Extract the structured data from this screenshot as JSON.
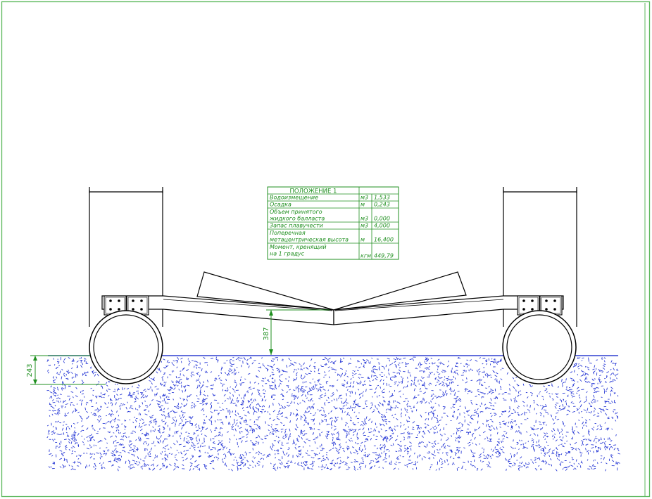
{
  "table": {
    "title": "ПОЛОЖЕНИЕ 1",
    "rows": [
      {
        "label": [
          "Водоизмещение"
        ],
        "unit": "м3",
        "value": "1,533"
      },
      {
        "label": [
          "Осадка"
        ],
        "unit": "м",
        "value": "0,243"
      },
      {
        "label": [
          "Объем принятого",
          "жидкого балласта"
        ],
        "unit": "м3",
        "value": "0,000"
      },
      {
        "label": [
          "Запас плавучести"
        ],
        "unit": "м3",
        "value": "4,000"
      },
      {
        "label": [
          "Поперечная",
          "метацентрическая высота"
        ],
        "unit": "м",
        "value": "16,400"
      },
      {
        "label": [
          "Момент, кренящий",
          "на 1 градус"
        ],
        "unit": "кгм",
        "value": "449,79"
      }
    ]
  },
  "dimensions": {
    "hull_clearance": "387",
    "draft": "243"
  },
  "colors": {
    "frame": "#5cb85c",
    "dimension": "#1f8f1f",
    "water_line": "#2f3fd0",
    "water_speckle": "#2a3bd6",
    "structure": "#000000"
  }
}
